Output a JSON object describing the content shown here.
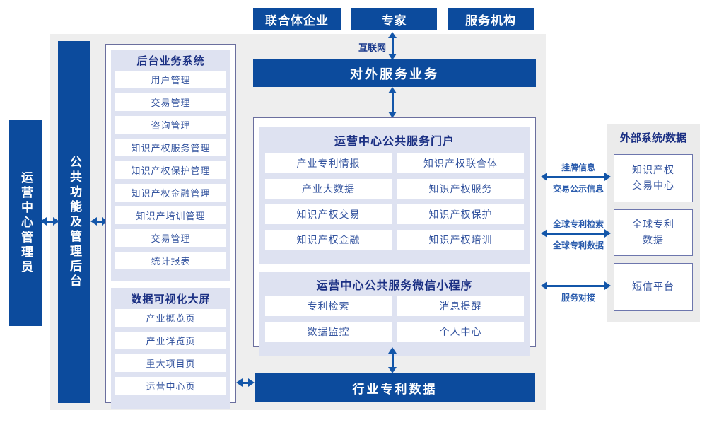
{
  "colors": {
    "primary_blue": "#0c4b9d",
    "arrow_blue": "#1356a9",
    "panel_gray": "#eeeeee",
    "section_lavender": "#dee2f1",
    "frame_border": "#6b6f9e",
    "title_navy": "#1a2f83",
    "item_blue": "#34549f"
  },
  "top_actors": {
    "union": "联合体企业",
    "expert": "专家",
    "agency": "服务机构"
  },
  "internet_label": "互联网",
  "external_service_bar": "对外服务业务",
  "left_bars": {
    "admin": "运营中心管理员",
    "backend_admin": "公共功能及管理后台"
  },
  "backend_system": {
    "title": "后台业务系统",
    "items": [
      "用户管理",
      "交易管理",
      "咨询管理",
      "知识产权服务管理",
      "知识产权保护管理",
      "知识产权金融管理",
      "知识产培训管理",
      "交易管理",
      "统计报表"
    ]
  },
  "dashboard": {
    "title": "数据可视化大屏",
    "items": [
      "产业概览页",
      "产业详览页",
      "重大项目页",
      "运营中心页"
    ]
  },
  "portal": {
    "title": "运营中心公共服务门户",
    "items": [
      "产业专利情报",
      "知识产权联合体",
      "产业大数据",
      "知识产权服务",
      "知识产权交易",
      "知识产权保护",
      "知识产权金融",
      "知识产权培训"
    ]
  },
  "miniprogram": {
    "title": "运营中心公共服务微信小程序",
    "items": [
      "专利检索",
      "消息提醒",
      "数据监控",
      "个人中心"
    ]
  },
  "industry_data_bar": "行业专利数据",
  "external_systems": {
    "title": "外部系统/数据",
    "boxes": [
      {
        "lines": [
          "知识产权",
          "交易中心"
        ]
      },
      {
        "lines": [
          "全球专利",
          "数据"
        ]
      },
      {
        "lines": [
          "短信平台"
        ]
      }
    ]
  },
  "right_links": [
    {
      "top": "挂牌信息",
      "bottom": "交易公示信息"
    },
    {
      "top": "全球专利检索",
      "bottom": "全球专利数据"
    },
    {
      "bottom": "服务对接"
    }
  ]
}
